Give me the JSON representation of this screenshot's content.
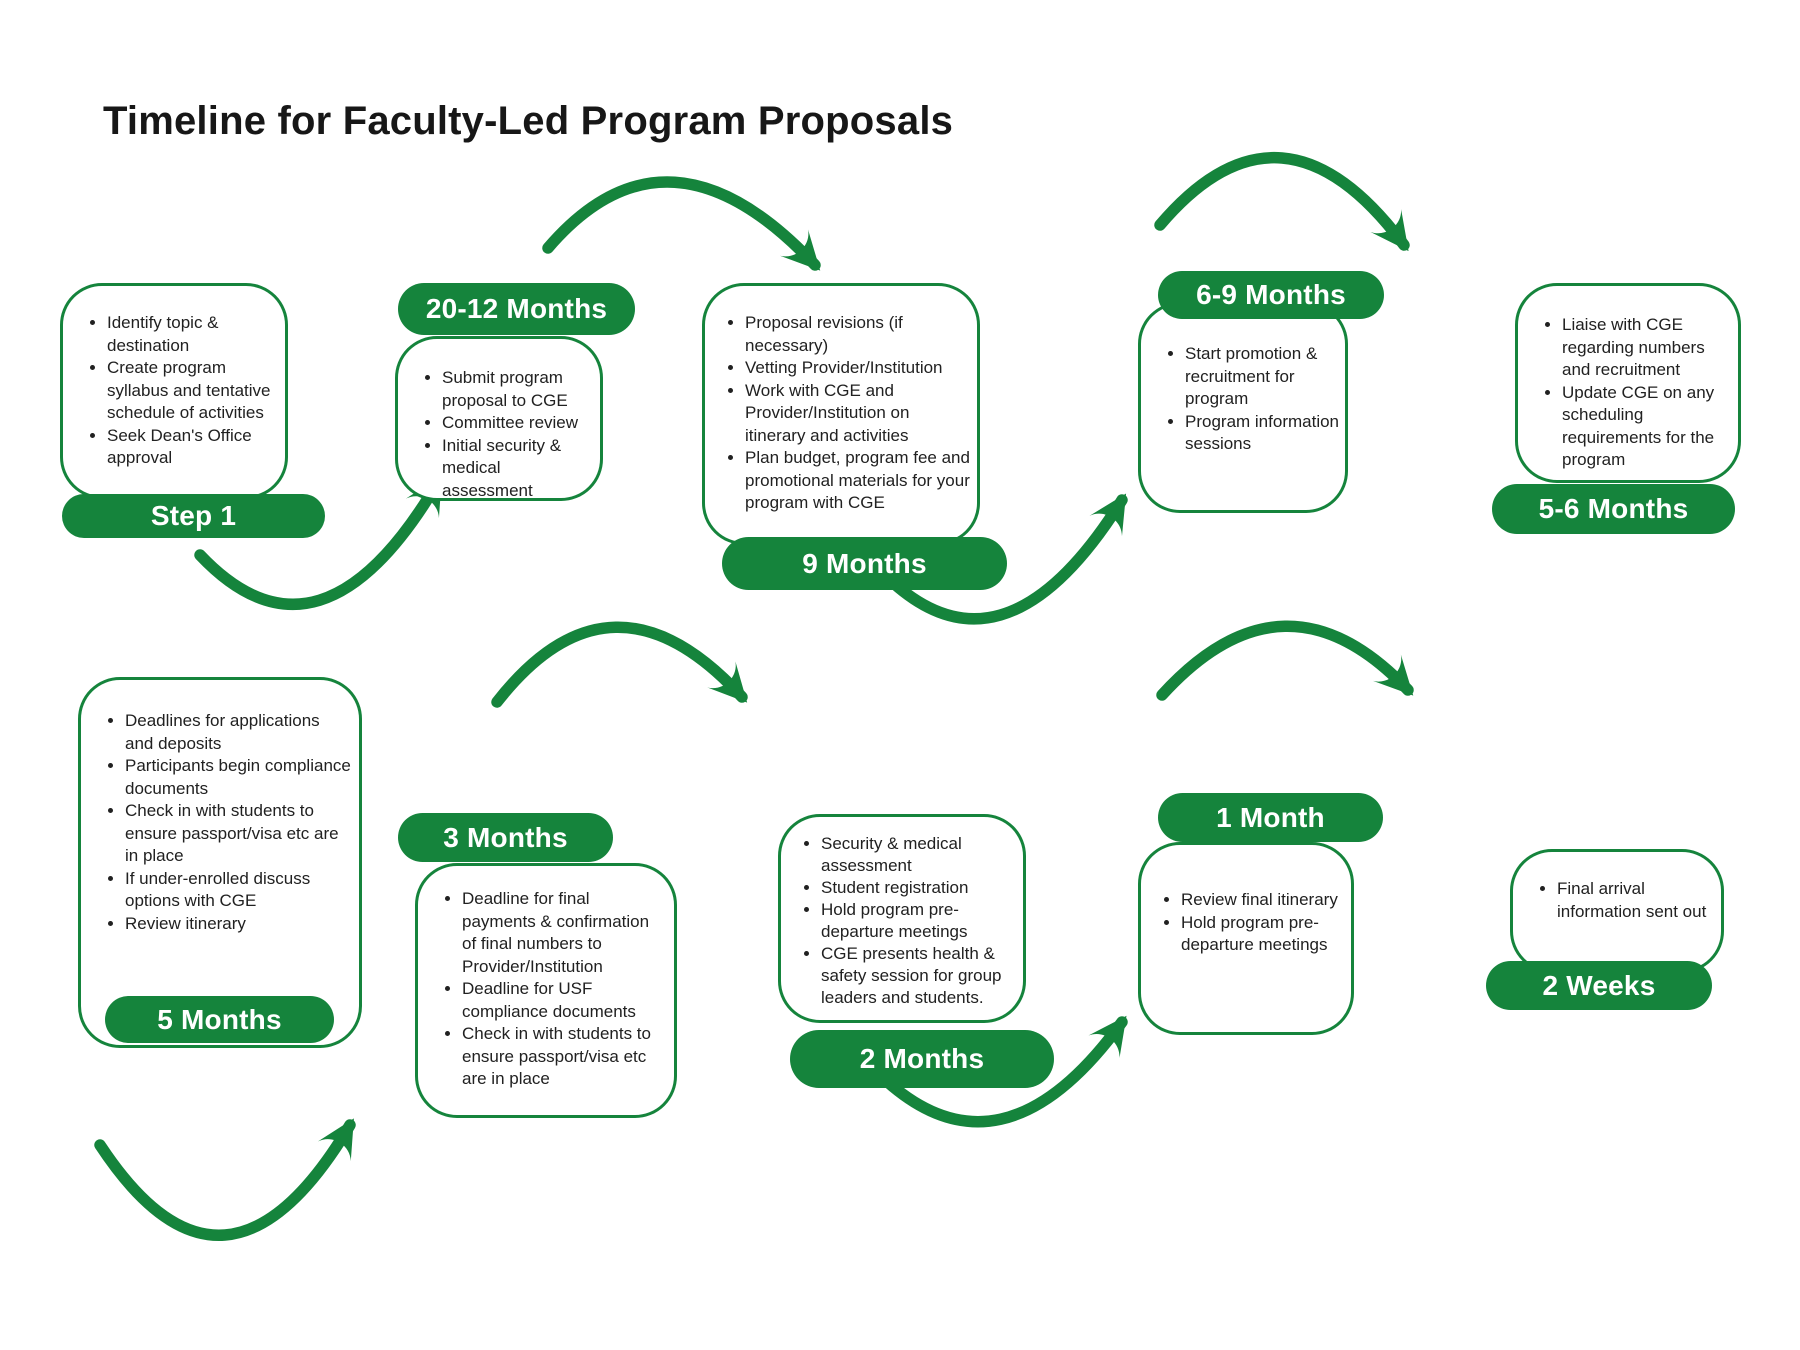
{
  "title": "Timeline for Faculty-Led Program Proposals",
  "colors": {
    "accent_green": "#15843C",
    "text": "#212121",
    "background": "#FFFFFF"
  },
  "boxes": [
    {
      "name": "step-1",
      "label": "Step 1",
      "label_position": "bottom",
      "items": [
        "Identify topic & destination",
        "Create program syllabus and tentative schedule of activities",
        "Seek Dean's Office approval"
      ]
    },
    {
      "name": "months-20-12",
      "label": "20-12 Months",
      "label_position": "top",
      "items": [
        "Submit program proposal to CGE",
        "Committee review",
        "Initial security & medical assessment"
      ]
    },
    {
      "name": "months-9",
      "label": "9 Months",
      "label_position": "bottom",
      "items": [
        "Proposal revisions (if necessary)",
        "Vetting Provider/Institution",
        "Work with CGE and Provider/Institution on itinerary and activities",
        "Plan budget, program fee and promotional materials for your program with CGE"
      ]
    },
    {
      "name": "months-6-9",
      "label": "6-9 Months",
      "label_position": "top",
      "items": [
        "Start promotion & recruitment for program",
        "Program information sessions"
      ]
    },
    {
      "name": "months-5-6",
      "label": "5-6 Months",
      "label_position": "bottom",
      "items": [
        "Liaise with CGE regarding numbers and recruitment",
        "Update CGE on any scheduling requirements for the program"
      ]
    },
    {
      "name": "months-5",
      "label": "5 Months",
      "label_position": "bottom",
      "items": [
        "Deadlines for applications and deposits",
        "Participants begin compliance documents",
        "Check in with students to ensure passport/visa etc are in place",
        "If under-enrolled discuss options with CGE",
        "Review itinerary"
      ]
    },
    {
      "name": "months-3",
      "label": "3 Months",
      "label_position": "top",
      "items": [
        "Deadline for final payments & confirmation of final numbers to Provider/Institution",
        "Deadline for USF compliance documents",
        "Check in with students to ensure passport/visa etc are in place"
      ]
    },
    {
      "name": "months-2",
      "label": "2 Months",
      "label_position": "bottom",
      "items": [
        "Security & medical assessment",
        "Student registration",
        "Hold program pre-departure meetings",
        "CGE presents health & safety session for group leaders and students."
      ]
    },
    {
      "name": "month-1",
      "label": "1 Month",
      "label_position": "top",
      "items": [
        "Review final itinerary",
        "Hold program pre-departure meetings"
      ]
    },
    {
      "name": "weeks-2",
      "label": "2 Weeks",
      "label_position": "bottom",
      "items": [
        "Final arrival information sent out"
      ]
    }
  ],
  "arrows": [
    {
      "from": "Step 1",
      "to": "20-12 Months"
    },
    {
      "from": "20-12 Months",
      "to": "9 Months"
    },
    {
      "from": "9 Months",
      "to": "6-9 Months"
    },
    {
      "from": "6-9 Months",
      "to": "5-6 Months"
    },
    {
      "from": "5 Months",
      "to": "3 Months"
    },
    {
      "from": "3 Months",
      "to": "2 Months"
    },
    {
      "from": "2 Months",
      "to": "1 Month"
    },
    {
      "from": "1 Month",
      "to": "2 Weeks"
    }
  ]
}
